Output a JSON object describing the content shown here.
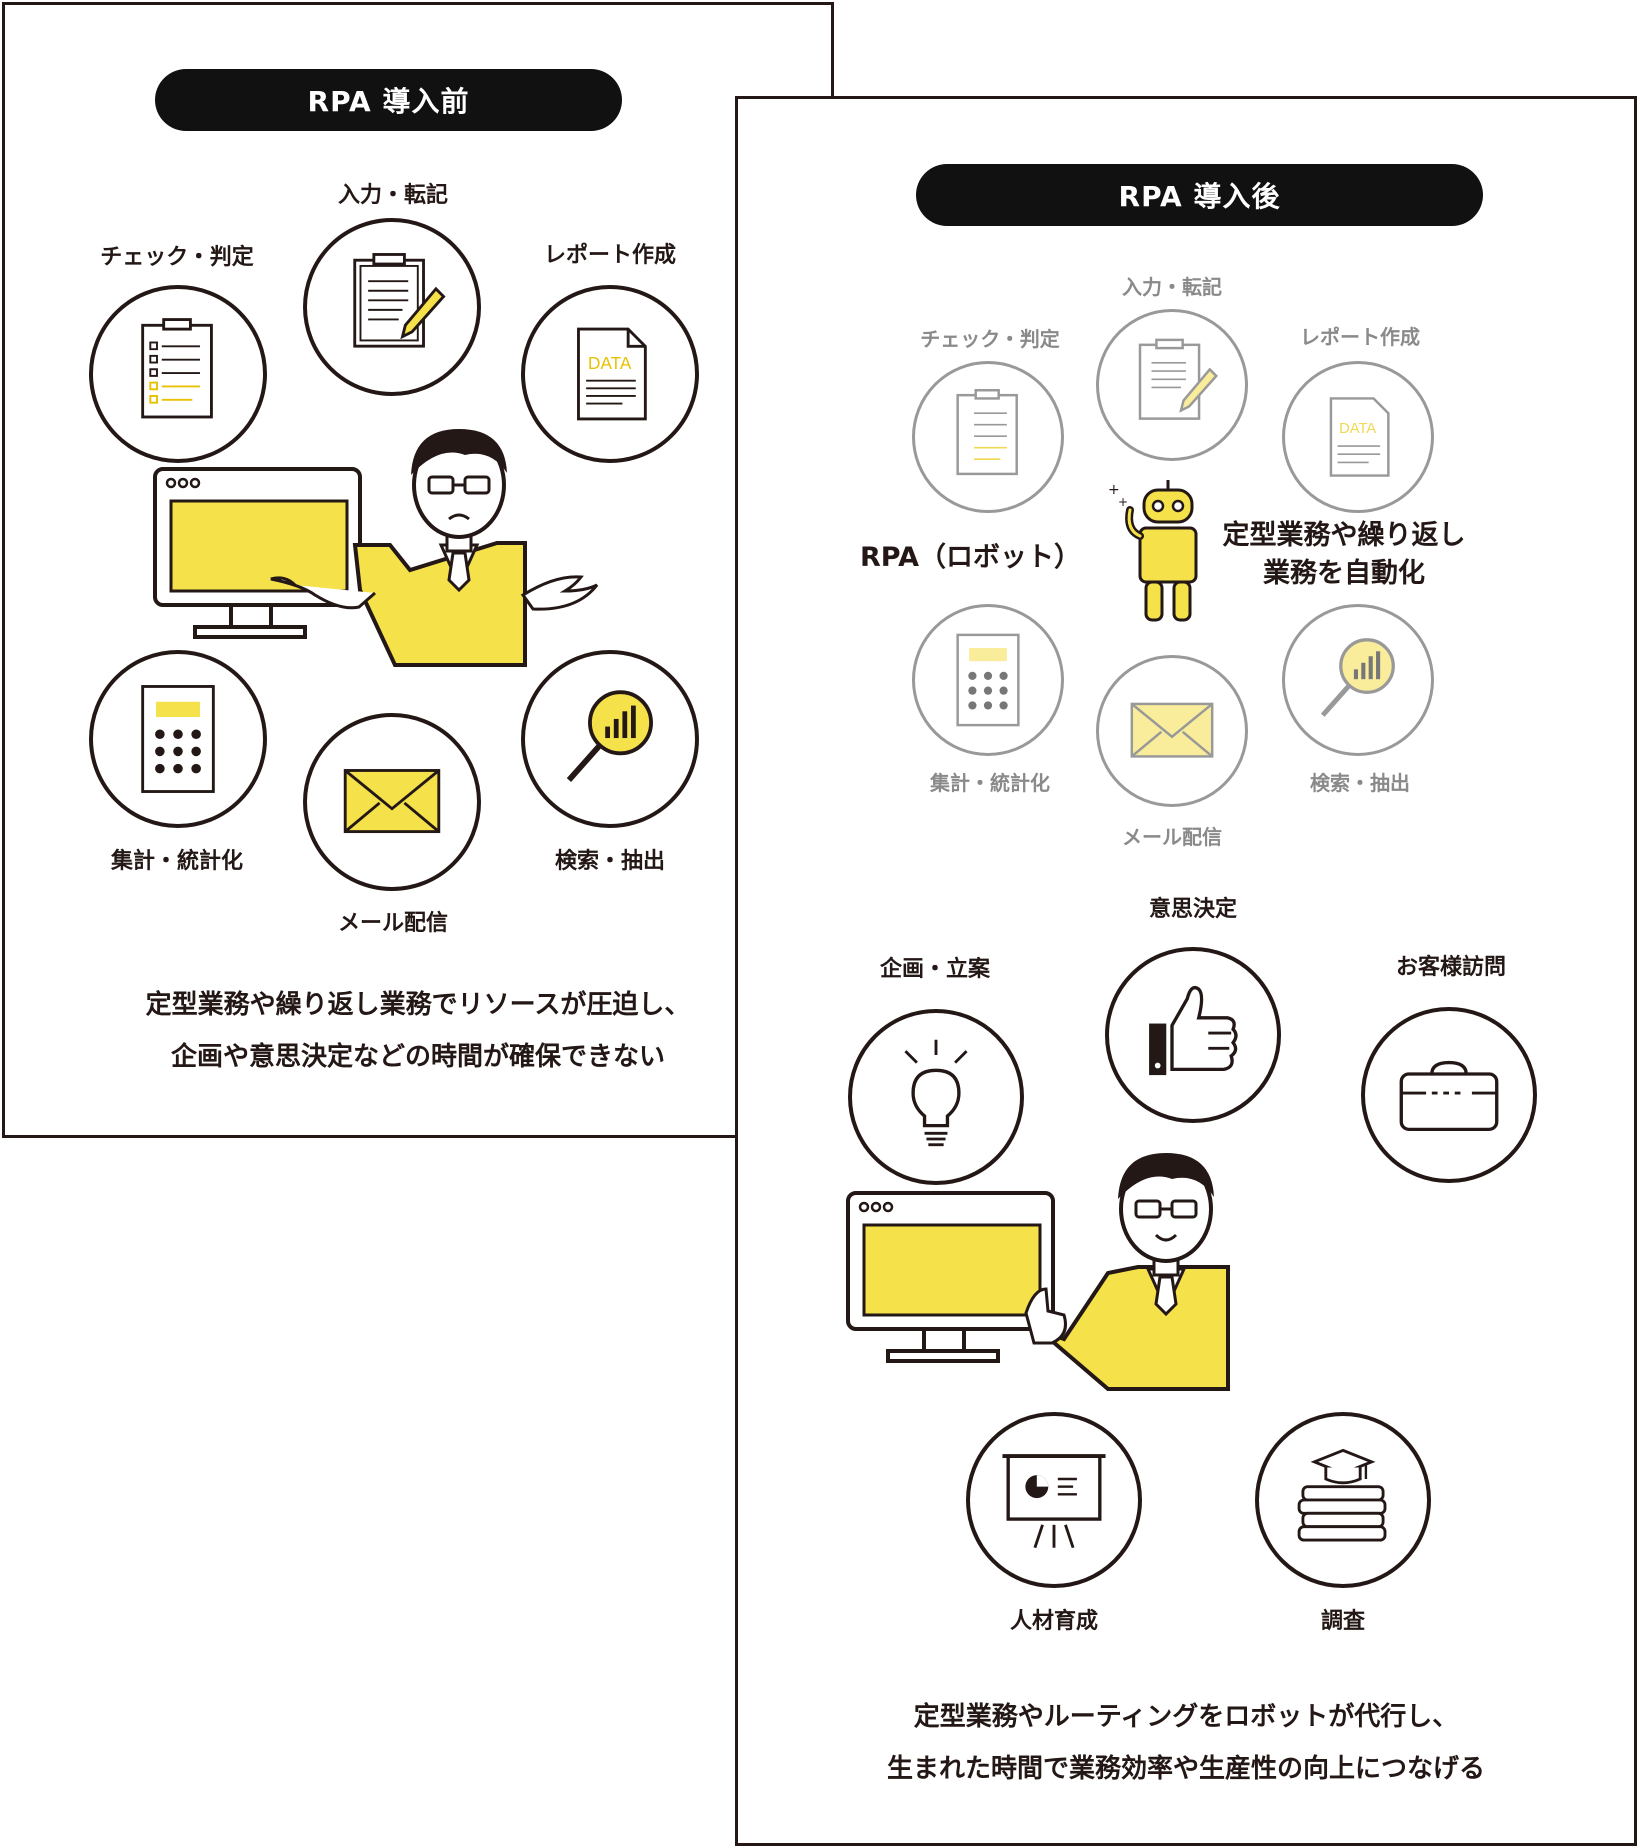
{
  "before": {
    "title": "RPA 導入前",
    "tasks": {
      "input": "入力・転記",
      "check": "チェック・判定",
      "report": "レポート作成",
      "aggregate": "集計・統計化",
      "mail": "メール配信",
      "search": "検索・抽出"
    },
    "data_label": "DATA",
    "caption_line1": "定型業務や繰り返し業務でリソースが圧迫し、",
    "caption_line2": "企画や意思決定などの時間が確保できない"
  },
  "after": {
    "title": "RPA 導入後",
    "tasks": {
      "input": "入力・転記",
      "check": "チェック・判定",
      "report": "レポート作成",
      "aggregate": "集計・統計化",
      "mail": "メール配信",
      "search": "検索・抽出"
    },
    "data_label": "DATA",
    "robot_label": "RPA（ロボット）",
    "automation_line1": "定型業務や繰り返し",
    "automation_line2": "業務を自動化",
    "work": {
      "planning": "企画・立案",
      "decision": "意思決定",
      "visit": "お客様訪問",
      "training": "人材育成",
      "research": "調査"
    },
    "caption_line1": "定型業務やルーティングをロボットが代行し、",
    "caption_line2": "生まれた時間で業務効率や生産性の向上につなげる"
  },
  "colors": {
    "accent_yellow": "#f5e14a",
    "ink": "#231815",
    "muted_gray": "#8a8a8a"
  }
}
